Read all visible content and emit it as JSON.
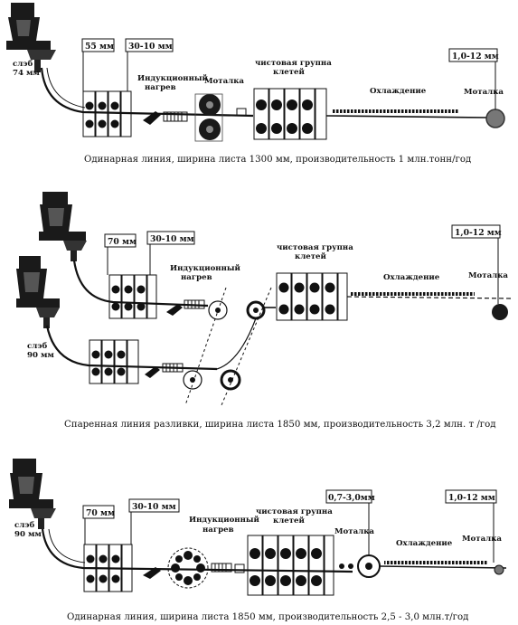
{
  "panels": [
    {
      "slab_label": "слэб\n74 мм",
      "box_labels": [
        "55 мм",
        "30-10 мм",
        "1,0-12 мм"
      ],
      "induction_label": "Индукционный\nнагрев",
      "coiler_label_1": "Моталка",
      "stand_label": "чистовая групна\nклетей",
      "cooling_label": "Охлаждение",
      "coiler_label_2": "Моталка",
      "caption": "Одинарная линия, ширина листа 1300 мм, производительность 1 млн.тонн/год"
    },
    {
      "slab_label": "слэб\n90 мм",
      "box_labels": [
        "70 мм",
        "30-10 мм",
        "1,0-12 мм"
      ],
      "induction_label": "Индукционный\nнагрев",
      "stand_label": "чистовая групна\nклетей",
      "cooling_label": "Охлаждение",
      "coiler_label": "Моталка",
      "caption": "Спаренная линия разливки, ширина листа 1850 мм, производительность 3,2 млн. т /год"
    },
    {
      "slab_label": "слэб\n90 мм",
      "box_labels": [
        "70 мм",
        "30-10 мм",
        "0,7-3,0мм",
        "1,0-12 мм"
      ],
      "induction_label": "Индукционный\nнагрев",
      "stand_label": "чистовая групна\nклетей",
      "coiler_label_1": "Моталка",
      "cooling_label": "Охлаждение",
      "coiler_label_2": "Моталка",
      "caption": "Одинарная линия, ширина листа 1850 мм, производительность 2,5 -  3,0 млн.т/год"
    }
  ],
  "colors": {
    "ink": "#111111",
    "dark": "#1a1a1a",
    "grey": "#777777"
  }
}
